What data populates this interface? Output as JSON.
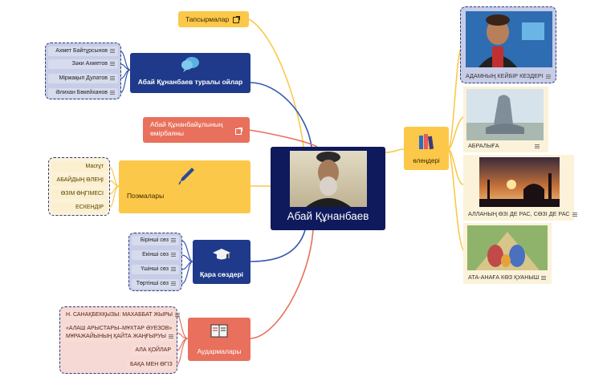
{
  "center": {
    "title": "Абай Құнанбаев"
  },
  "branches": {
    "tasks": {
      "label": "Тапсырмалар"
    },
    "thoughts": {
      "label": "Абай Құнанбаев туралы ойлар",
      "items": [
        "Ахмет Байтұрсынов",
        "Зәки Ахметов",
        "Міржақып Дулатов",
        "Әлихан Бөкейханов"
      ]
    },
    "bio": {
      "line1": "Абай Құнанбайұлының",
      "line2": "өмірбаяны"
    },
    "poems": {
      "label": "Поэмалары",
      "items": [
        "Масғұт",
        "АБАЙДЫҢ ӨЛЕҢІ",
        "ӨЗІМ ӨҢГІМЕСІ",
        "ЕСКЕНДІР"
      ]
    },
    "words": {
      "label": "Қара сөздері",
      "items": [
        "Бірінші сөз",
        "Екінші сөз",
        "Үшінші сөз",
        "Төртінші сөз"
      ]
    },
    "translations": {
      "label": "Аудармалары",
      "items": [
        "Н. САНАҚБЕКҚЫЗЫ: МАХАББАТ ЖЫРЫ",
        "«АЛАШ АРЫСТАРЫ–МҰХТАР ӘУЕЗОВ»",
        "МҰРАЖАЙЫНЫҢ ҚАЙТА ЖАҢҒЫРУЫ",
        "АЛА ҚОЙЛАР",
        "БАҚА МЕН ӨГІЗ"
      ]
    },
    "songs": {
      "label": "өлеңдері",
      "cards": [
        "АДАМНЫҢ КЕЙБІР КЕЗДЕРІ",
        "АБРАЛЫҒА",
        "АЛЛАНЫҢ ӨЗІ ДЕ РАС, СӨЗІ ДЕ РАС",
        "АТА-АНАҒА КӨЗ ҚУАНЫШ"
      ]
    }
  },
  "colors": {
    "yellow": "#fcc84a",
    "blue": "#1f3a8a",
    "coral": "#e8705c",
    "navy": "#0e1a5c"
  }
}
